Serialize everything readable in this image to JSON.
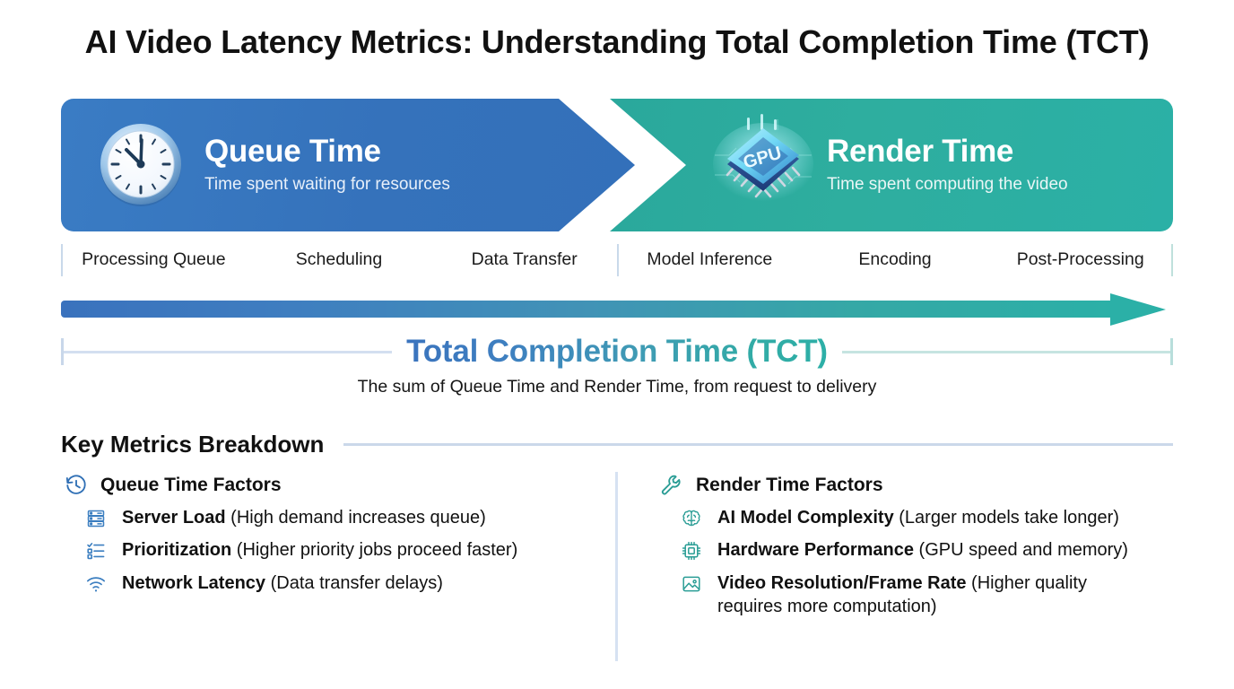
{
  "title": "AI Video Latency Metrics: Understanding Total Completion Time (TCT)",
  "colors": {
    "queue_blue": "#3370ba",
    "render_teal": "#2eae9f",
    "rule_blue": "#cbd8ea",
    "text_dark": "#111111"
  },
  "banner": {
    "queue": {
      "icon": "analog-clock-icon",
      "title": "Queue Time",
      "subtitle": "Time spent waiting for resources"
    },
    "render": {
      "icon": "gpu-chip-icon",
      "title": "Render Time",
      "subtitle": "Time spent computing the video"
    }
  },
  "stages": {
    "queue": [
      "Processing Queue",
      "Scheduling",
      "Data Transfer"
    ],
    "render": [
      "Model Inference",
      "Encoding",
      "Post-Processing"
    ]
  },
  "tct": {
    "label": "Total Completion Time (TCT)",
    "subtitle": "The sum of Queue Time and Render Time, from request to delivery"
  },
  "key_metrics": {
    "heading": "Key Metrics Breakdown",
    "left": {
      "icon": "clock-rotate-left-icon",
      "heading": "Queue Time Factors",
      "items": [
        {
          "icon": "server-rack-icon",
          "name": "Server Load",
          "note": "(High demand increases queue)"
        },
        {
          "icon": "checklist-icon",
          "name": "Prioritization",
          "note": "(Higher priority jobs proceed faster)"
        },
        {
          "icon": "wifi-icon",
          "name": "Network Latency",
          "note": "(Data transfer delays)"
        }
      ]
    },
    "right": {
      "icon": "wrench-icon",
      "heading": "Render Time Factors",
      "items": [
        {
          "icon": "brain-icon",
          "name": "AI Model Complexity",
          "note": "(Larger models take longer)"
        },
        {
          "icon": "cpu-chip-icon",
          "name": "Hardware Performance",
          "note": "(GPU speed and memory)"
        },
        {
          "icon": "image-icon",
          "name": "Video Resolution/Frame Rate",
          "note": "(Higher quality requires more computation)"
        }
      ]
    }
  }
}
